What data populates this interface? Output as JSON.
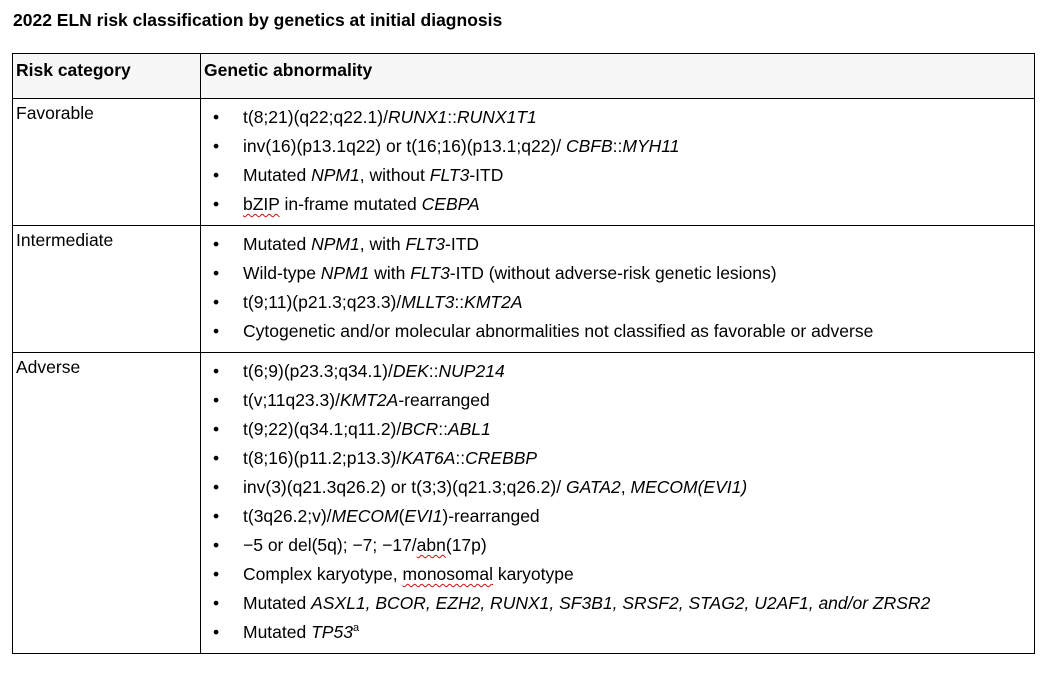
{
  "document": {
    "title": "2022 ELN risk classification by genetics at initial diagnosis"
  },
  "table": {
    "headers": {
      "risk_category": "Risk category",
      "genetic_abnormality": "Genetic abnormality"
    },
    "rows": [
      {
        "category": "Favorable",
        "items": [
          [
            {
              "t": "t(8;21)(q22;q22.1)/"
            },
            {
              "t": "RUNX1",
              "i": true
            },
            {
              "t": "::"
            },
            {
              "t": "RUNX1T1",
              "i": true
            }
          ],
          [
            {
              "t": "inv(16)(p13.1q22) or t(16;16)(p13.1;q22)/ "
            },
            {
              "t": "CBFB",
              "i": true
            },
            {
              "t": "::"
            },
            {
              "t": "MYH11",
              "i": true
            }
          ],
          [
            {
              "t": "Mutated "
            },
            {
              "t": "NPM1",
              "i": true
            },
            {
              "t": ", without "
            },
            {
              "t": "FLT3",
              "i": true
            },
            {
              "t": "-ITD"
            }
          ],
          [
            {
              "t": "bZIP",
              "w": true
            },
            {
              "t": " in-frame mutated "
            },
            {
              "t": "CEBPA",
              "i": true
            }
          ]
        ]
      },
      {
        "category": "Intermediate",
        "items": [
          [
            {
              "t": "Mutated "
            },
            {
              "t": "NPM1",
              "i": true
            },
            {
              "t": ", with "
            },
            {
              "t": "FLT3",
              "i": true
            },
            {
              "t": "-ITD"
            }
          ],
          [
            {
              "t": "Wild-type "
            },
            {
              "t": "NPM1",
              "i": true
            },
            {
              "t": " with "
            },
            {
              "t": "FLT3",
              "i": true
            },
            {
              "t": "-ITD (without adverse-risk genetic lesions)"
            }
          ],
          [
            {
              "t": "t(9;11)(p21.3;q23.3)/"
            },
            {
              "t": "MLLT3",
              "i": true
            },
            {
              "t": "::"
            },
            {
              "t": "KMT2A",
              "i": true
            }
          ],
          [
            {
              "t": "Cytogenetic and/or molecular abnormalities not classified as favorable or adverse"
            }
          ]
        ]
      },
      {
        "category": "Adverse",
        "items": [
          [
            {
              "t": "t(6;9)(p23.3;q34.1)/"
            },
            {
              "t": "DEK",
              "i": true
            },
            {
              "t": "::"
            },
            {
              "t": "NUP214",
              "i": true
            }
          ],
          [
            {
              "t": "t(v;11q23.3)/"
            },
            {
              "t": "KMT2A",
              "i": true
            },
            {
              "t": "-rearranged"
            }
          ],
          [
            {
              "t": "t(9;22)(q34.1;q11.2)/"
            },
            {
              "t": "BCR",
              "i": true
            },
            {
              "t": "::"
            },
            {
              "t": "ABL1",
              "i": true
            }
          ],
          [
            {
              "t": "t(8;16)(p11.2;p13.3)/"
            },
            {
              "t": "KAT6A",
              "i": true
            },
            {
              "t": "::"
            },
            {
              "t": "CREBBP",
              "i": true
            }
          ],
          [
            {
              "t": "inv(3)(q21.3q26.2) or t(3;3)(q21.3;q26.2)/ "
            },
            {
              "t": "GATA2",
              "i": true
            },
            {
              "t": ", "
            },
            {
              "t": "MECOM(EVI1)",
              "i": true
            }
          ],
          [
            {
              "t": "t(3q26.2;v)/"
            },
            {
              "t": "MECOM",
              "i": true
            },
            {
              "t": "("
            },
            {
              "t": "EVI1",
              "i": true
            },
            {
              "t": ")-rearranged"
            }
          ],
          [
            {
              "t": "−5 or del(5q); −7; −17/"
            },
            {
              "t": "abn",
              "w": true
            },
            {
              "t": "(17p)"
            }
          ],
          [
            {
              "t": "Complex karyotype, "
            },
            {
              "t": "monosomal",
              "w": true
            },
            {
              "t": " karyotype"
            }
          ],
          [
            {
              "t": "Mutated "
            },
            {
              "t": "ASXL1, BCOR, EZH2, RUNX1, SF3B1, SRSF2, STAG2, U2AF1, and/or ZRSR2",
              "i": true
            }
          ],
          [
            {
              "t": "Mutated "
            },
            {
              "t": "TP53",
              "i": true
            },
            {
              "t": "a",
              "sup": true
            }
          ]
        ]
      }
    ]
  }
}
